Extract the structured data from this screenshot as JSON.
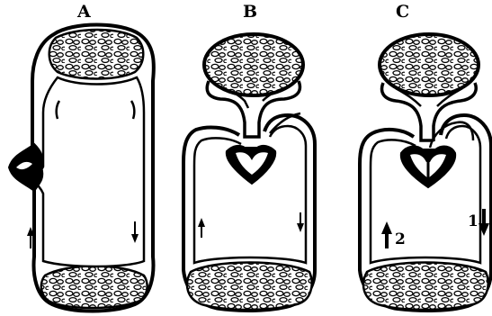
{
  "panels": [
    {
      "label": "A"
    },
    {
      "label": "B"
    },
    {
      "label": "C"
    }
  ],
  "arrow_numbers": [
    "1",
    "2"
  ],
  "colors": {
    "stroke": "#000000",
    "fill": "#ffffff"
  }
}
